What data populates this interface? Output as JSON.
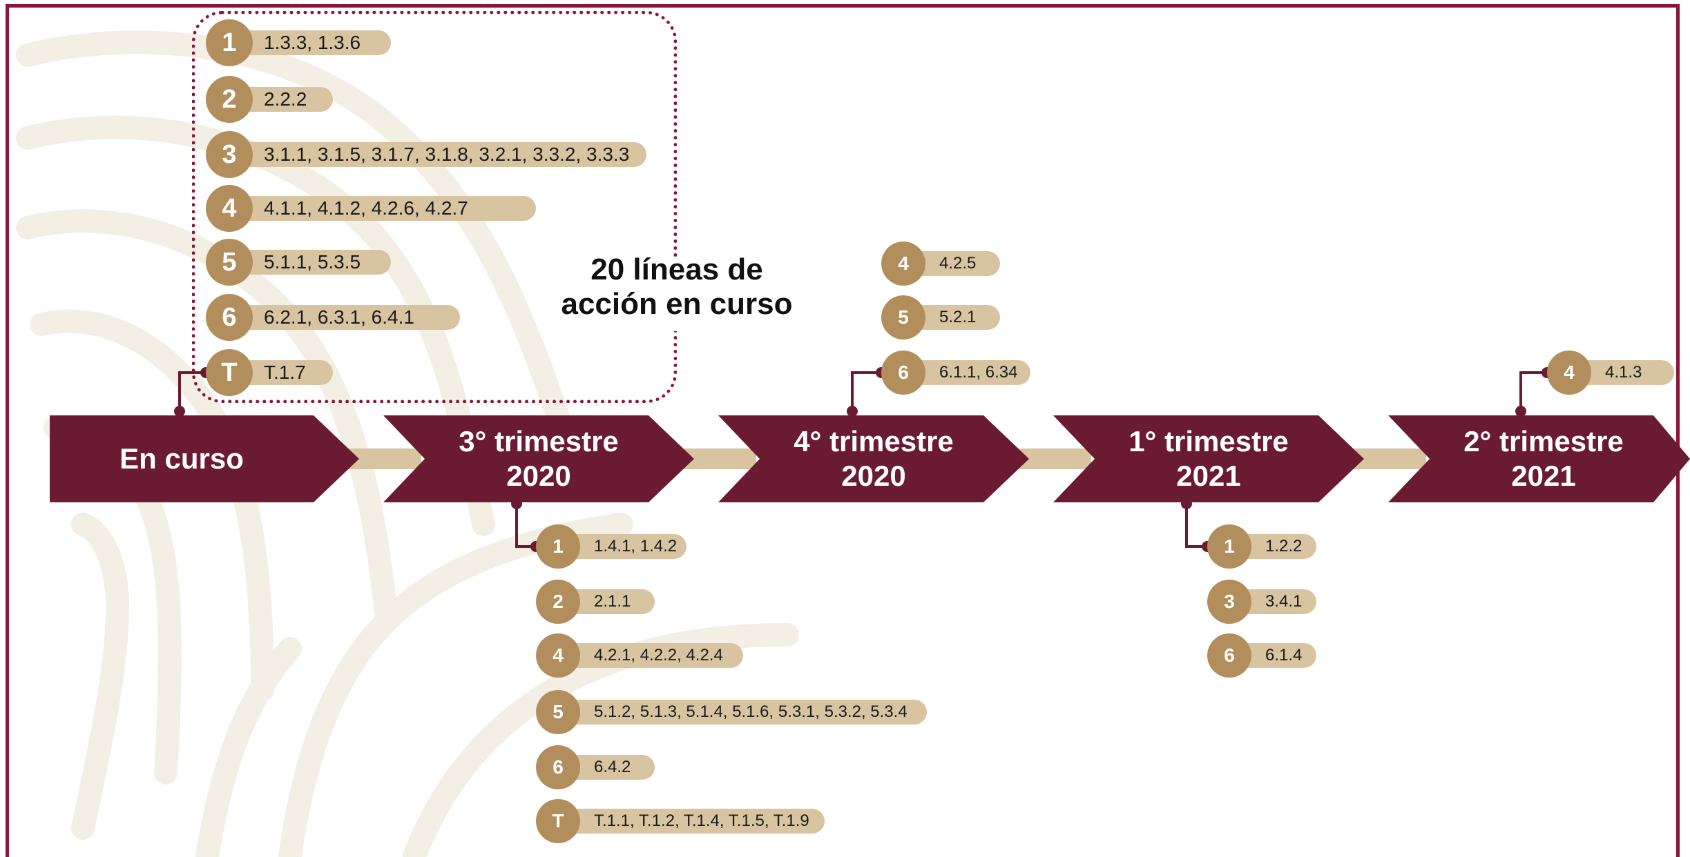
{
  "colors": {
    "maroon": "#6a1a31",
    "gold": "#b38e5d",
    "sand": "#d8c4a0",
    "border": "#8a1538"
  },
  "summary": {
    "line1": "20 líneas de",
    "line2": "acción en curso"
  },
  "stages": [
    {
      "line1": "En curso",
      "line2": ""
    },
    {
      "line1": "3° trimestre",
      "line2": "2020"
    },
    {
      "line1": "4° trimestre",
      "line2": "2020"
    },
    {
      "line1": "1° trimestre",
      "line2": "2021"
    },
    {
      "line1": "2° trimestre",
      "line2": "2021"
    }
  ],
  "en_curso": [
    {
      "num": "1",
      "text": "1.3.3, 1.3.6"
    },
    {
      "num": "2",
      "text": "2.2.2"
    },
    {
      "num": "3",
      "text": "3.1.1, 3.1.5, 3.1.7, 3.1.8, 3.2.1, 3.3.2, 3.3.3"
    },
    {
      "num": "4",
      "text": "4.1.1, 4.1.2, 4.2.6, 4.2.7"
    },
    {
      "num": "5",
      "text": "5.1.1, 5.3.5"
    },
    {
      "num": "6",
      "text": "6.2.1, 6.3.1, 6.4.1"
    },
    {
      "num": "T",
      "text": "T.1.7"
    }
  ],
  "q3_2020": [
    {
      "num": "1",
      "text": "1.4.1, 1.4.2"
    },
    {
      "num": "2",
      "text": "2.1.1"
    },
    {
      "num": "4",
      "text": "4.2.1, 4.2.2, 4.2.4"
    },
    {
      "num": "5",
      "text": "5.1.2, 5.1.3, 5.1.4, 5.1.6, 5.3.1, 5.3.2, 5.3.4"
    },
    {
      "num": "6",
      "text": "6.4.2"
    },
    {
      "num": "T",
      "text": "T.1.1, T.1.2, T.1.4, T.1.5, T.1.9"
    }
  ],
  "q4_2020": [
    {
      "num": "4",
      "text": "4.2.5"
    },
    {
      "num": "5",
      "text": "5.2.1"
    },
    {
      "num": "6",
      "text": "6.1.1, 6.34"
    }
  ],
  "q1_2021": [
    {
      "num": "1",
      "text": "1.2.2"
    },
    {
      "num": "3",
      "text": "3.4.1"
    },
    {
      "num": "6",
      "text": "6.1.4"
    }
  ],
  "q2_2021": [
    {
      "num": "4",
      "text": "4.1.3"
    }
  ]
}
